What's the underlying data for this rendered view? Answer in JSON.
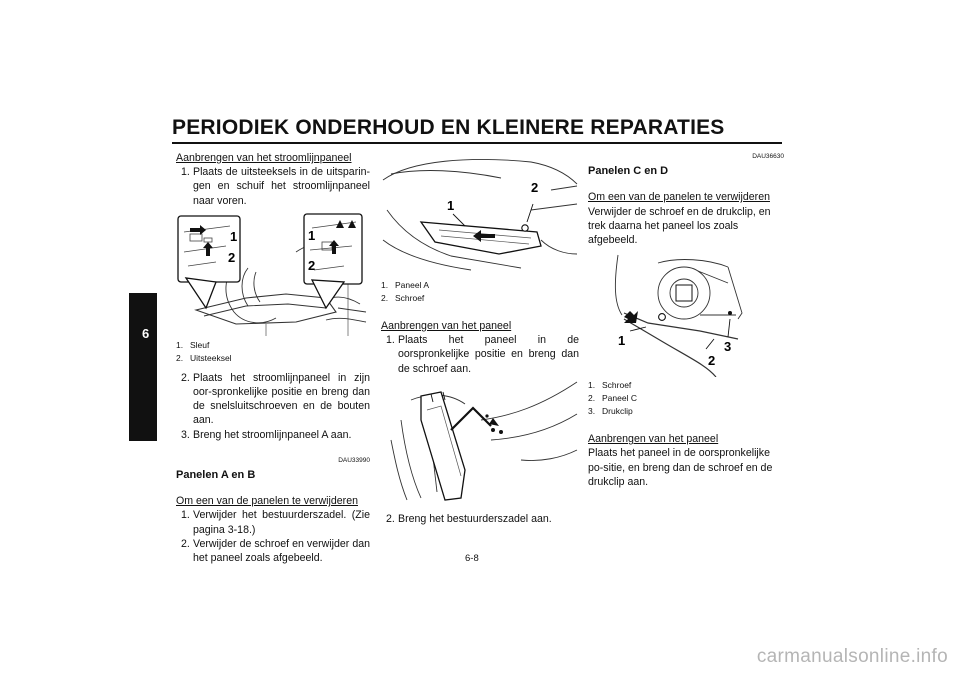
{
  "header": {
    "title": "PERIODIEK ONDERHOUD EN KLEINERE REPARATIES",
    "chapter": "6"
  },
  "col1": {
    "subheading1": "Aanbrengen van het stroomlijnpaneel",
    "steps1": [
      {
        "n": "1.",
        "text": "Plaats de uitsteeksels in de uitsparin-gen en schuif het stroomlijnpaneel naar voren."
      }
    ],
    "figure_callouts": [
      "1",
      "2",
      "1",
      "2"
    ],
    "captions": [
      {
        "n": "1.",
        "text": "Sleuf"
      },
      {
        "n": "2.",
        "text": "Uitsteeksel"
      }
    ],
    "steps2": [
      {
        "n": "2.",
        "text": "Plaats het stroomlijnpaneel in zijn oor-spronkelijke positie en breng dan de snelsluitschroeven en de bouten aan."
      },
      {
        "n": "3.",
        "text": "Breng het stroomlijnpaneel A aan."
      }
    ],
    "code": "DAU33990",
    "heading": "Panelen A en B",
    "subheading2": "Om een van de panelen te verwijderen",
    "steps3": [
      {
        "n": "1.",
        "text": "Verwijder het bestuurderszadel. (Zie pagina 3-18.)"
      },
      {
        "n": "2.",
        "text": "Verwijder de schroef en verwijder dan het paneel zoals afgebeeld."
      }
    ]
  },
  "col2": {
    "figure_callouts": [
      "1",
      "2"
    ],
    "captions": [
      {
        "n": "1.",
        "text": "Paneel A"
      },
      {
        "n": "2.",
        "text": "Schroef"
      }
    ],
    "subheading": "Aanbrengen van het paneel",
    "steps1": [
      {
        "n": "1.",
        "text": "Plaats het paneel in de oorspronkelijke positie en breng dan de schroef aan."
      }
    ],
    "steps2": [
      {
        "n": "2.",
        "text": "Breng het bestuurderszadel aan."
      }
    ]
  },
  "col3": {
    "code": "DAU36630",
    "heading": "Panelen C en D",
    "subheading1": "Om een van de panelen te verwijderen",
    "para1": "Verwijder de schroef en de drukclip, en trek daarna het paneel los zoals afgebeeld.",
    "figure_callouts": [
      "1",
      "2",
      "3"
    ],
    "captions": [
      {
        "n": "1.",
        "text": "Schroef"
      },
      {
        "n": "2.",
        "text": "Paneel C"
      },
      {
        "n": "3.",
        "text": "Drukclip"
      }
    ],
    "subheading2": "Aanbrengen van het paneel",
    "para2": "Plaats het paneel in de oorspronkelijke po-sitie, en breng dan de schroef en de drukclip aan."
  },
  "footer": {
    "page_number": "6-8",
    "watermark": "carmanualsonline.info"
  }
}
